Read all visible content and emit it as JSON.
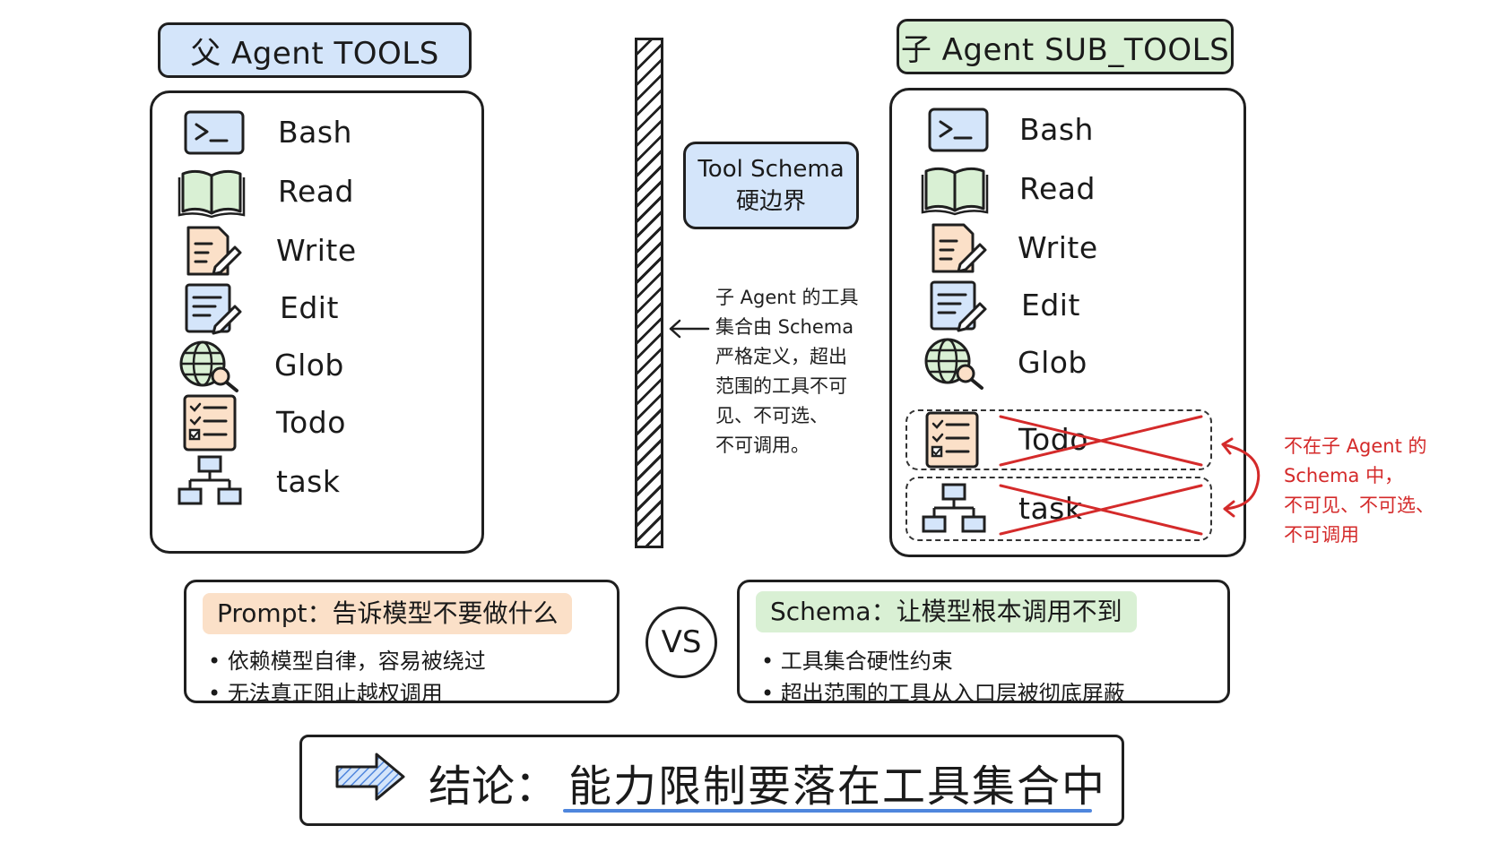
{
  "parent": {
    "title": "父 Agent TOOLS",
    "tools": [
      "Bash",
      "Read",
      "Write",
      "Edit",
      "Glob",
      "Todo",
      "task"
    ]
  },
  "child": {
    "title": "子 Agent SUB_TOOLS",
    "tools": [
      "Bash",
      "Read",
      "Write",
      "Edit",
      "Glob",
      "Todo",
      "task"
    ],
    "excluded": [
      "Todo",
      "task"
    ]
  },
  "boundary": {
    "line1": "Tool Schema",
    "line2": "硬边界"
  },
  "boundary_note": [
    "子 Agent 的工具",
    "集合由 Schema",
    "严格定义，超出",
    "范围的工具不可",
    "见、不可选、",
    "不可调用。"
  ],
  "excluded_note": [
    "不在子 Agent 的",
    "Schema 中，",
    "不可见、不可选、",
    "不可调用"
  ],
  "prompt_box": {
    "title": "Prompt：告诉模型不要做什么",
    "bullets": [
      "• 依赖模型自律，容易被绕过",
      "• 无法真正阻止越权调用"
    ]
  },
  "vs": "VS",
  "schema_box": {
    "title": "Schema：让模型根本调用不到",
    "bullets": [
      "• 工具集合硬性约束",
      "• 超出范围的工具从入口层被彻底屏蔽"
    ]
  },
  "conclusion": {
    "label": "结论：",
    "text": "能力限制要落在工具集合中"
  },
  "colors": {
    "blue_fill": "#d4e5fa",
    "green_fill": "#d9f0d4",
    "orange_fill": "#fbe0c8",
    "red": "#d42a2a",
    "accent_blue": "#4f86dd"
  }
}
